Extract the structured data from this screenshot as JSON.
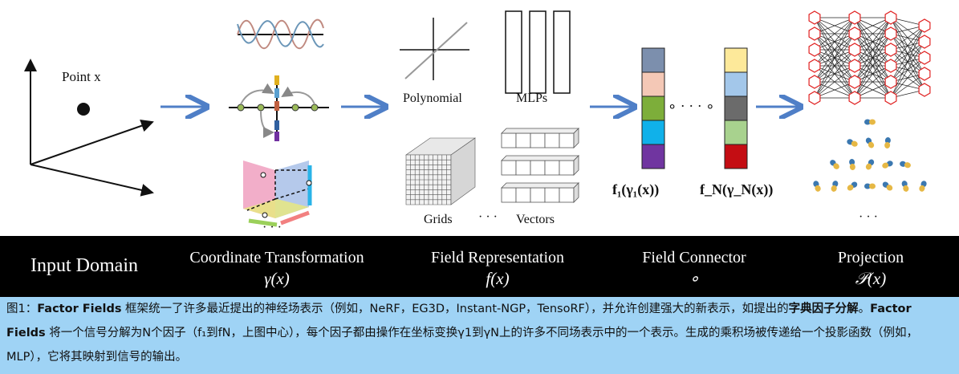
{
  "figure": {
    "point_label": "Point x",
    "polynomial_label": "Polynomial",
    "mlps_label": "MLPs",
    "grids_label": "Grids",
    "vectors_label": "Vectors",
    "grids_ellipsis": "· · ·",
    "connector_dots": "∘ · · · ∘",
    "factor_first_label": "f₁(γ₁(x))",
    "factor_last_label": "f_N(γ_N(x))",
    "transform_ellipsis": "· · ·",
    "projection_ellipsis": "· · ·",
    "colors": {
      "arrow": "#4f7fc7",
      "bar_first": [
        "#7c8fad",
        "#f4c8b6",
        "#7dae3a",
        "#10b1ea",
        "#7035a0"
      ],
      "bar_last": [
        "#fde99a",
        "#a3c7ea",
        "#6b6b6b",
        "#a8d28e",
        "#c40d13"
      ],
      "neuron": "#e02020"
    }
  },
  "header_bar": {
    "input_domain": "Input Domain",
    "coord_title": "Coordinate Transformation",
    "coord_symbol": "γ(x)",
    "field_title": "Field Representation",
    "field_symbol": "f(x)",
    "connector_title": "Field Connector",
    "connector_symbol": "∘",
    "projection_title": "Projection",
    "projection_symbol": "𝒫(x)"
  },
  "caption": {
    "prefix": "图1：",
    "name1": "Factor Fields",
    "text1": " 框架统一了许多最近提出的神经场表示（例如，NeRF，EG3D，Instant-NGP，TensoRF），并允许创建强大的新表示，如提出的",
    "bold2": "字典因子分解",
    "text2": "。",
    "name2": "Factor Fields",
    "text3": " 将一个信号分解为N个因子（f₁到fN，上图中心），每个因子都由操作在坐标变换γ1到γN上的许多不同场表示中的一个表示。生成的乘积场被传递给一个投影函数（例如，MLP），它将其映射到信号的输出。"
  }
}
